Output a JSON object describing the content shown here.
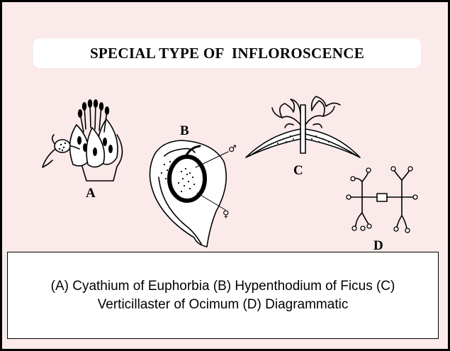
{
  "title": "SPECIAL TYPE OF  INFLOROSCENCE",
  "figures": {
    "a": {
      "label": "A"
    },
    "b": {
      "label": "B",
      "male_symbol": "♂",
      "female_symbol": "♀"
    },
    "c": {
      "label": "C"
    },
    "d": {
      "label": "D"
    }
  },
  "caption": "(A) Cyathium of Euphorbia (B) Hypenthodium of Ficus (C) Verticillaster of Ocimum (D) Diagrammatic"
}
